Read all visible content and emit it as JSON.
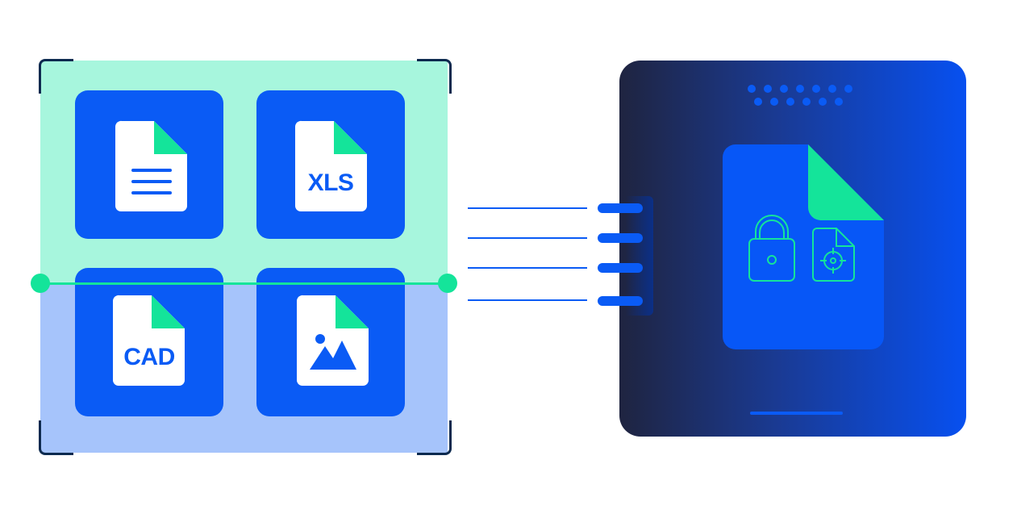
{
  "documents": {
    "doc1": {
      "type": "text",
      "icon": "text-document-icon",
      "label": ""
    },
    "doc2": {
      "type": "spreadsheet",
      "icon": "spreadsheet-document-icon",
      "label": "XLS"
    },
    "doc3": {
      "type": "cad",
      "icon": "cad-document-icon",
      "label": "CAD"
    },
    "doc4": {
      "type": "image",
      "icon": "image-document-icon",
      "label": ""
    }
  },
  "device": {
    "icons": [
      "padlock-icon",
      "target-document-icon"
    ]
  },
  "colors": {
    "primary_blue": "#0a5bf5",
    "mint": "#14e49a",
    "scan_top_bg": "#a7f6dd",
    "scan_bottom_bg": "#a6c4fb",
    "dark_navy": "#1f2440"
  }
}
